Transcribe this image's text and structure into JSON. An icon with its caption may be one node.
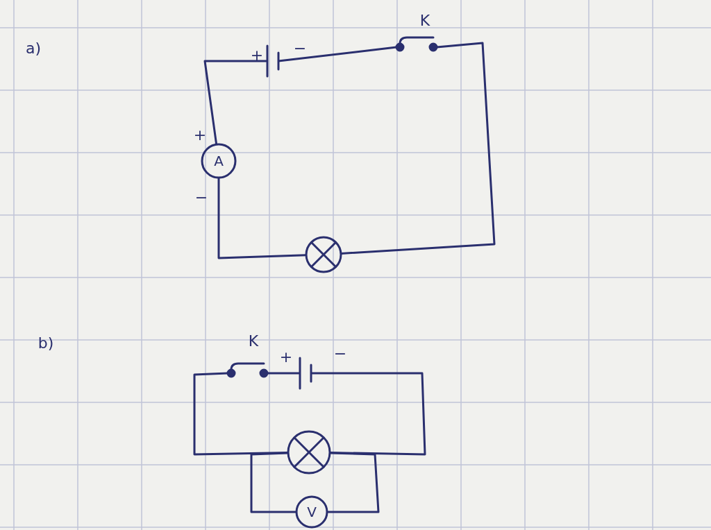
{
  "diagram": {
    "nodes": [
      {
        "text": [],
        "shape": "battery",
        "beside": [
          "+",
          "−"
        ]
      },
      {
        "text": [],
        "shape": "switch",
        "beside": [
          "K"
        ]
      },
      {
        "text": [],
        "shape": "circle"
      },
      {
        "text": [
          "A"
        ],
        "beside": [
          "+",
          "−"
        ]
      },
      {
        "text": [],
        "shape": "switch",
        "beside": [
          "K"
        ]
      },
      {
        "text": [],
        "shape": "battery",
        "beside": [
          "+",
          "−"
        ]
      },
      {
        "text": [],
        "shape": "circle"
      },
      {
        "text": [
          "V"
        ]
      }
    ],
    "edges": [
      {
        "from": 0,
        "to": 1,
        "arrow": "none"
      },
      {
        "from": 1,
        "to": 2,
        "arrow": "none"
      },
      {
        "from": 2,
        "to": 3,
        "arrow": "none"
      },
      {
        "from": 3,
        "to": 0,
        "arrow": "none"
      },
      {
        "from": 4,
        "to": 5,
        "arrow": "none"
      },
      {
        "from": 5,
        "to": 6,
        "arrow": "none"
      },
      {
        "from": 6,
        "to": 4,
        "arrow": "none"
      },
      {
        "from": 6,
        "to": 7,
        "arrow": "none"
      },
      {
        "from": 7,
        "to": 6,
        "arrow": "none"
      }
    ],
    "labels": [
      "a)",
      "b)"
    ]
  }
}
